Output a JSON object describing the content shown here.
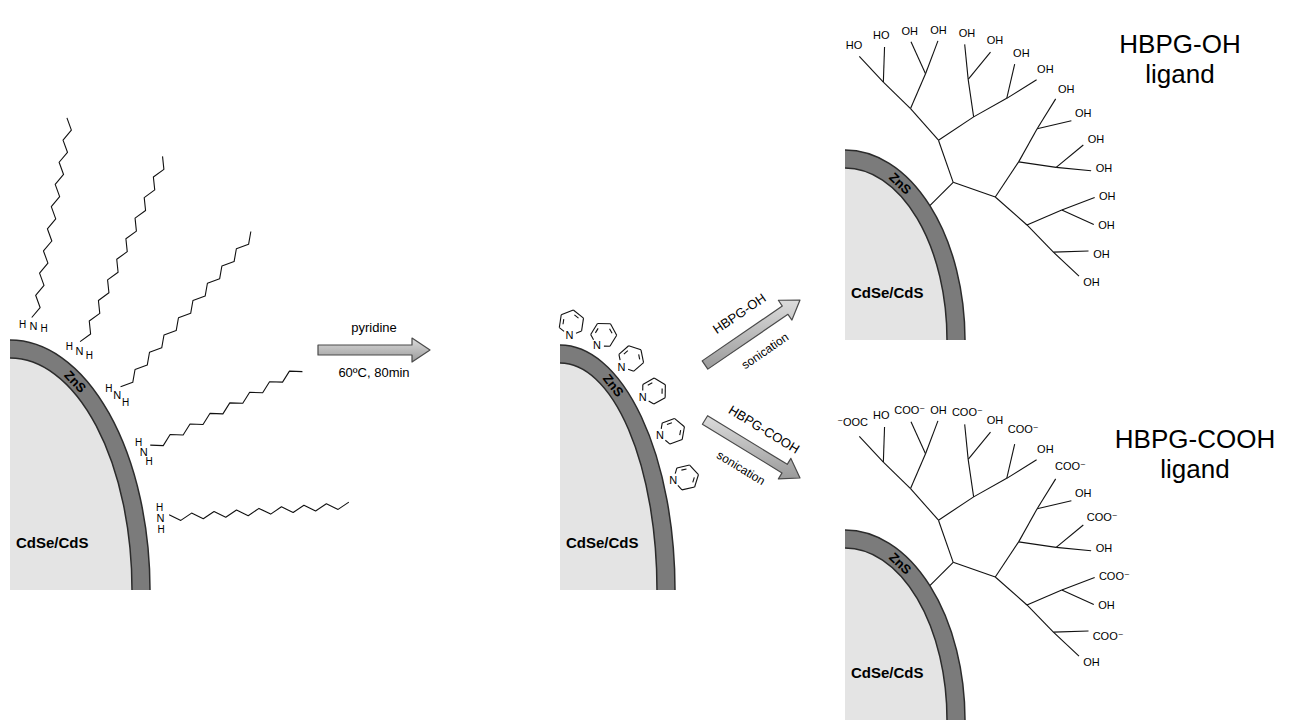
{
  "diagram": {
    "nodes": [
      {
        "text": [
          "ZnS"
        ]
      },
      {
        "text": [
          "CdSe/CdS"
        ],
        "in": 0
      },
      {
        "text": [
          "ZnS"
        ]
      },
      {
        "text": [
          "CdSe/CdS"
        ],
        "in": 2
      },
      {
        "text": [
          "ZnS"
        ]
      },
      {
        "text": [
          "CdSe/CdS"
        ],
        "in": 4
      },
      {
        "text": [
          "ZnS"
        ]
      },
      {
        "text": [
          "CdSe/CdS"
        ],
        "in": 6
      }
    ],
    "edges": [
      {
        "from": 0,
        "to": 2,
        "arrow": "to",
        "label": "pyridine"
      },
      {
        "from": 2,
        "to": 4,
        "arrow": "to",
        "label": "HBPG-OH"
      },
      {
        "from": 2,
        "to": 6,
        "arrow": "to",
        "label": "HBPG-COOH"
      }
    ],
    "labels": [
      "60ºC, 80min",
      "sonication",
      "sonication",
      "HBPG-OH ligand",
      "HBPG-COOH ligand",
      "H",
      "N",
      "H",
      "H",
      "N",
      "H",
      "H",
      "N",
      "H",
      "H",
      "N",
      "H",
      "H",
      "N",
      "H",
      "N",
      "N",
      "N",
      "N",
      "N",
      "N",
      "HO",
      "HO",
      "OH",
      "OH",
      "OH",
      "OH",
      "OH",
      "OH",
      "OH",
      "OH",
      "OH",
      "OH",
      "OH",
      "OH",
      "OH",
      "OH",
      "⁻OOC",
      "HO",
      "COO⁻",
      "OH",
      "COO⁻",
      "OH",
      "COO⁻",
      "OH",
      "COO⁻",
      "OH",
      "COO⁻",
      "OH",
      "COO⁻",
      "OH",
      "COO⁻",
      "OH"
    ]
  }
}
